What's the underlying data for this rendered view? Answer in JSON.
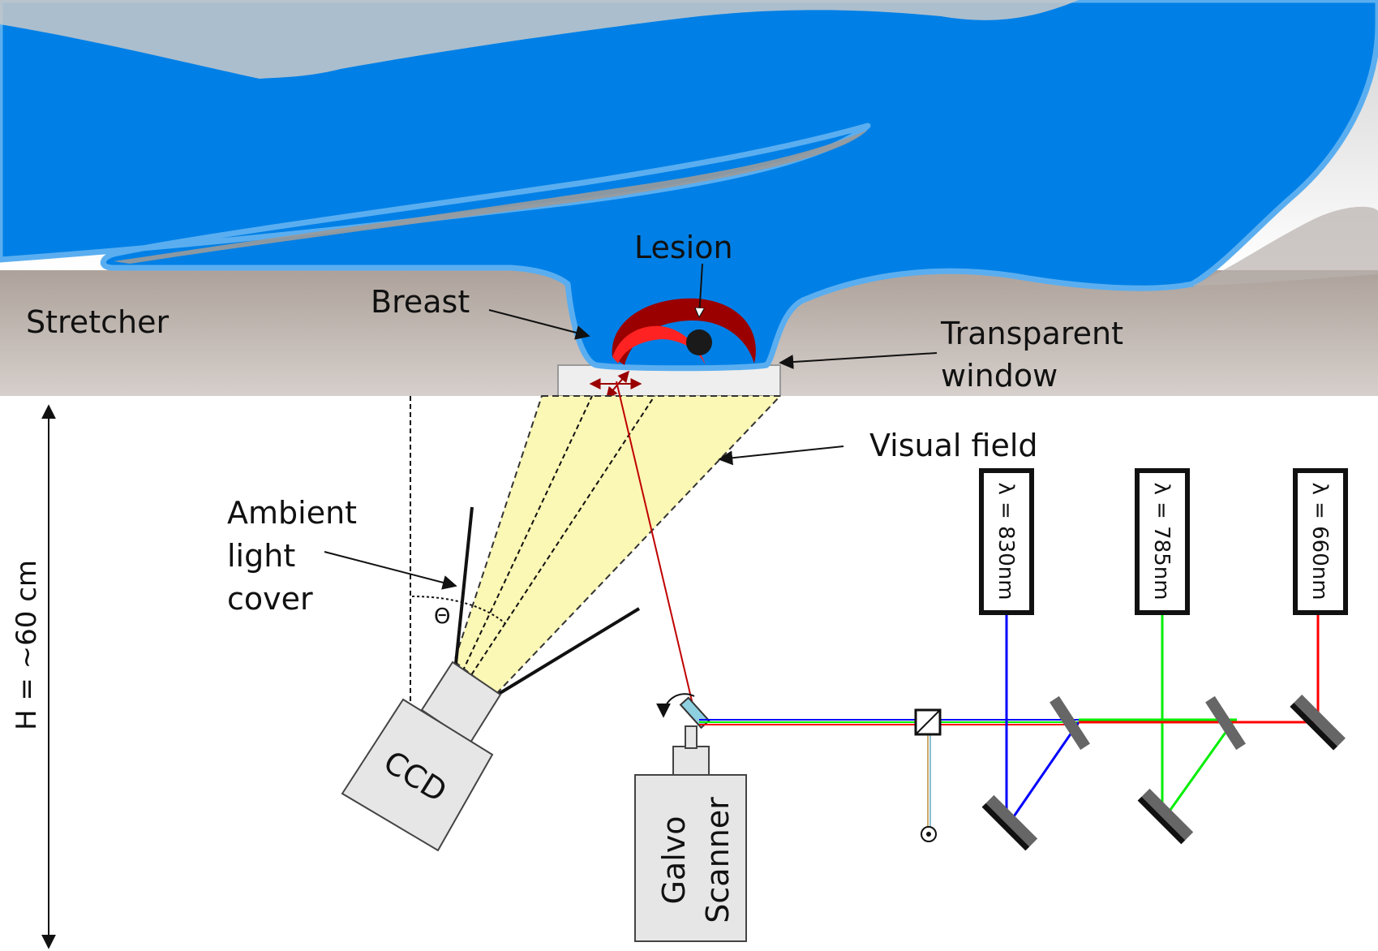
{
  "labels": {
    "stretcher": "Stretcher",
    "breast": "Breast",
    "lesion": "Lesion",
    "transparent_window": [
      "Transparent",
      "window"
    ],
    "visual_field": "Visual field",
    "ambient_light_cover": [
      "Ambient",
      "light",
      "cover"
    ],
    "theta": "Θ",
    "height": "H = ~60 cm",
    "ccd": "CCD",
    "galvo_scanner": [
      "Galvo",
      "Scanner"
    ]
  },
  "lasers": [
    {
      "label": "λ = 830nm",
      "color": "#0000ff"
    },
    {
      "label": "λ = 785nm",
      "color": "#00ee00"
    },
    {
      "label": "λ = 660nm",
      "color": "#ff0000"
    }
  ],
  "colors": {
    "body": "#0080e6",
    "body_outline": "#5aaef0",
    "stretcher": "#c2b8b3",
    "visual_field": "#fbf7b4",
    "lesion_dark": "#9b0000",
    "lesion_light": "#ff2222",
    "scan_beam": "#c00000",
    "window": "#eeeeee",
    "device": "#e6e6e6"
  }
}
